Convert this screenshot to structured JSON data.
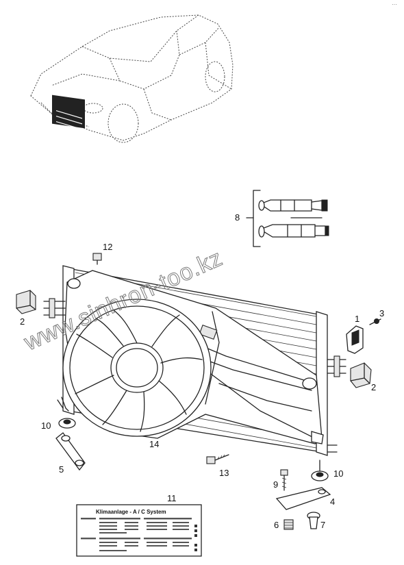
{
  "corner_mark": "···",
  "watermark": "www.sinhron-too.kz",
  "parts": [
    {
      "id": "callout-1",
      "number": "1"
    },
    {
      "id": "callout-2-left",
      "number": "2"
    },
    {
      "id": "callout-2-right",
      "number": "2"
    },
    {
      "id": "callout-3",
      "number": "3"
    },
    {
      "id": "callout-4",
      "number": "4"
    },
    {
      "id": "callout-5",
      "number": "5"
    },
    {
      "id": "callout-6",
      "number": "6"
    },
    {
      "id": "callout-7",
      "number": "7"
    },
    {
      "id": "callout-8",
      "number": "8"
    },
    {
      "id": "callout-9",
      "number": "9"
    },
    {
      "id": "callout-10-left",
      "number": "10"
    },
    {
      "id": "callout-10-right",
      "number": "10"
    },
    {
      "id": "callout-11",
      "number": "11"
    },
    {
      "id": "callout-12",
      "number": "12"
    },
    {
      "id": "callout-13",
      "number": "13"
    },
    {
      "id": "callout-14",
      "number": "14"
    }
  ],
  "label": {
    "title": "Klimaanlage - A / C System"
  }
}
